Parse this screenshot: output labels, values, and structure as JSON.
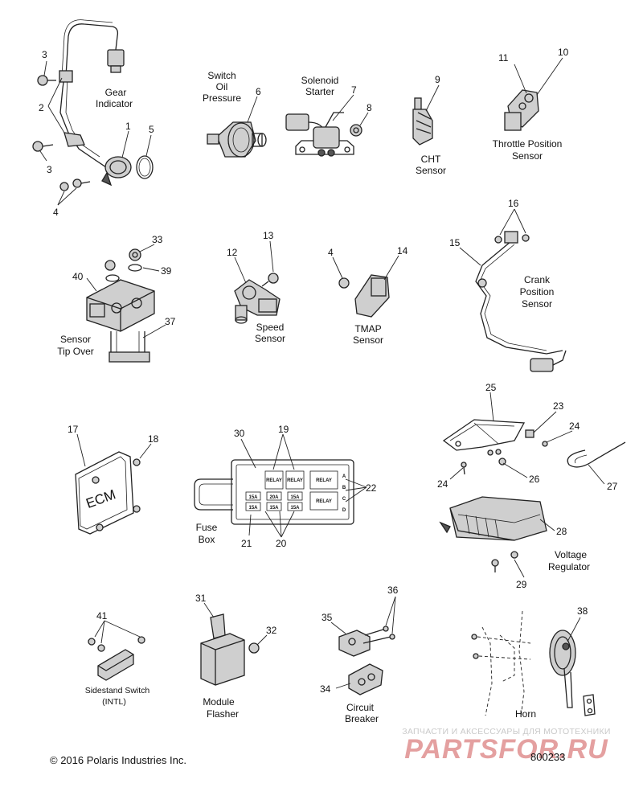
{
  "callouts": {
    "c1": "1",
    "c2": "2",
    "c3a": "3",
    "c3b": "3",
    "c4a": "4",
    "c4b": "4",
    "c5": "5",
    "c6": "6",
    "c7": "7",
    "c8": "8",
    "c9": "9",
    "c10": "10",
    "c11": "11",
    "c12": "12",
    "c13": "13",
    "c14": "14",
    "c15": "15",
    "c16": "16",
    "c17": "17",
    "c18": "18",
    "c19": "19",
    "c20": "20",
    "c21": "21",
    "c22": "22",
    "c23": "23",
    "c24a": "24",
    "c24b": "24",
    "c25": "25",
    "c26": "26",
    "c27": "27",
    "c28": "28",
    "c29": "29",
    "c30": "30",
    "c31": "31",
    "c32": "32",
    "c33": "33",
    "c34": "34",
    "c35": "35",
    "c36": "36",
    "c37": "37",
    "c38": "38",
    "c39": "39",
    "c40": "40",
    "c41": "41"
  },
  "labels": {
    "gear_indicator": [
      "Gear",
      "Indicator"
    ],
    "switch_oil_pressure": [
      "Switch",
      "Oil",
      "Pressure"
    ],
    "solenoid_starter": [
      "Solenoid",
      "Starter"
    ],
    "cht_sensor": [
      "CHT",
      "Sensor"
    ],
    "throttle_position_sensor": [
      "Throttle Position",
      "Sensor"
    ],
    "sensor_tip_over": [
      "Sensor",
      "Tip Over"
    ],
    "speed_sensor": [
      "Speed",
      "Sensor"
    ],
    "tmap_sensor": [
      "TMAP",
      "Sensor"
    ],
    "crank_position_sensor": [
      "Crank",
      "Position",
      "Sensor"
    ],
    "fuse_box": [
      "Fuse",
      "Box"
    ],
    "voltage_regulator": [
      "Voltage",
      "Regulator"
    ],
    "sidestand_switch": [
      "Sidestand Switch",
      "(INTL)"
    ],
    "module_flasher": [
      "Module",
      "Flasher"
    ],
    "circuit_breaker": [
      "Circuit",
      "Breaker"
    ],
    "horn": "Horn"
  },
  "ecm_text": "ECM",
  "fusebox_text": {
    "relay": "RELAY",
    "fuse_15a": "15A",
    "fuse_20a": "20A",
    "row_letters": [
      "A",
      "B",
      "C",
      "D"
    ]
  },
  "copyright": "© 2016 Polaris Industries Inc.",
  "figure_code": "800233",
  "watermark": {
    "tagline": "ЗАПЧАСТИ И АКСЕССУАРЫ ДЛЯ МОТОТЕХНИКИ",
    "site": "PARTSFOR.RU"
  },
  "colors": {
    "line": "#222222",
    "watermark_red": "#e4a0a0",
    "watermark_grey": "#c9c9c9"
  }
}
